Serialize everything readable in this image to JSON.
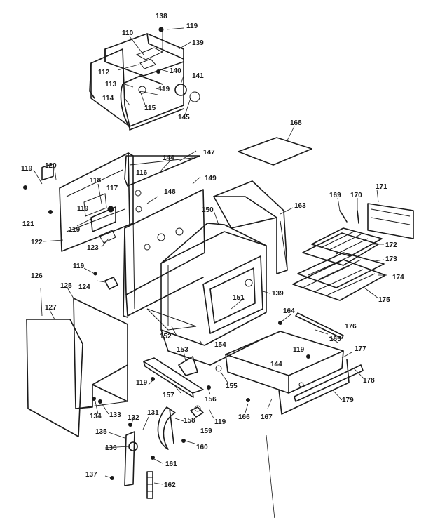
{
  "part_labels": [
    "138",
    "119",
    "110",
    "139",
    "112",
    "140",
    "141",
    "113",
    "119",
    "114",
    "115",
    "145",
    "168",
    "147",
    "144",
    "119",
    "120",
    "116",
    "118",
    "149",
    "117",
    "148",
    "163",
    "169",
    "170",
    "171",
    "119",
    "150",
    "121",
    "119",
    "172",
    "122",
    "123",
    "173",
    "174",
    "119",
    "124",
    "139",
    "175",
    "126",
    "125",
    "151",
    "164",
    "127",
    "152",
    "154",
    "176",
    "165",
    "153",
    "119",
    "177",
    "144",
    "178",
    "119",
    "157",
    "156",
    "155",
    "179",
    "134",
    "133",
    "131",
    "132",
    "158",
    "119",
    "166",
    "167",
    "159",
    "135",
    "136",
    "160",
    "161",
    "137",
    "162"
  ]
}
